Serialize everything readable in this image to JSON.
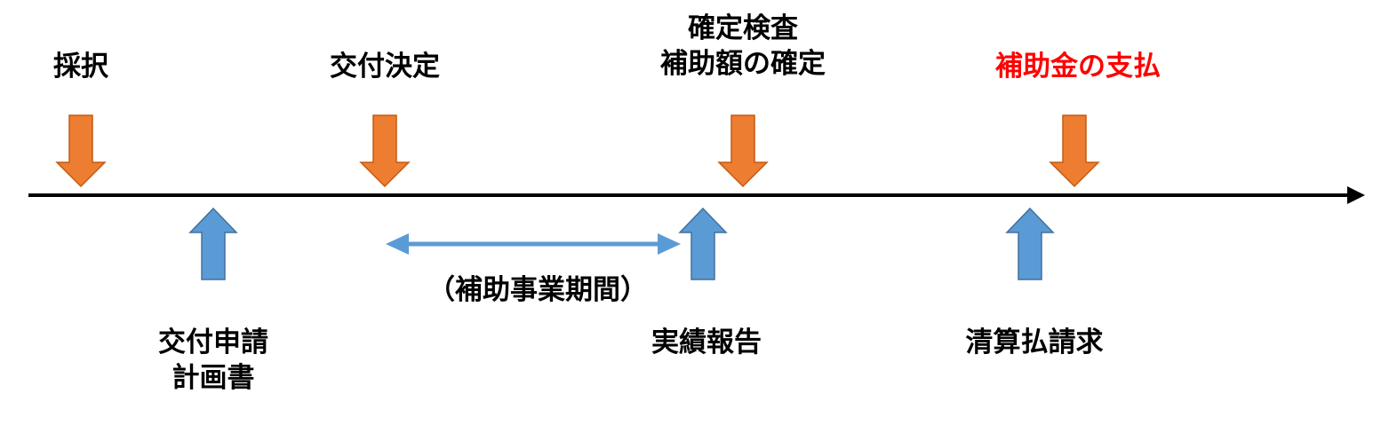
{
  "top_steps": [
    {
      "lines": [
        "採択"
      ]
    },
    {
      "lines": [
        "交付決定"
      ]
    },
    {
      "lines": [
        "確定検査",
        "補助額の確定"
      ]
    },
    {
      "lines": [
        "補助金の支払"
      ]
    }
  ],
  "bottom_steps": [
    {
      "lines": [
        "交付申請",
        "計画書"
      ]
    },
    {
      "lines": [
        "実績報告"
      ]
    },
    {
      "lines": [
        "清算払請求"
      ]
    }
  ],
  "period_label": "（補助事業期間）",
  "colors": {
    "orange_arrow": "#ED7D31",
    "orange_outline": "#C55A11",
    "blue_arrow": "#5B9BD5",
    "blue_outline": "#41719C",
    "highlight_text": "#FF0000",
    "timeline": "#000000"
  }
}
